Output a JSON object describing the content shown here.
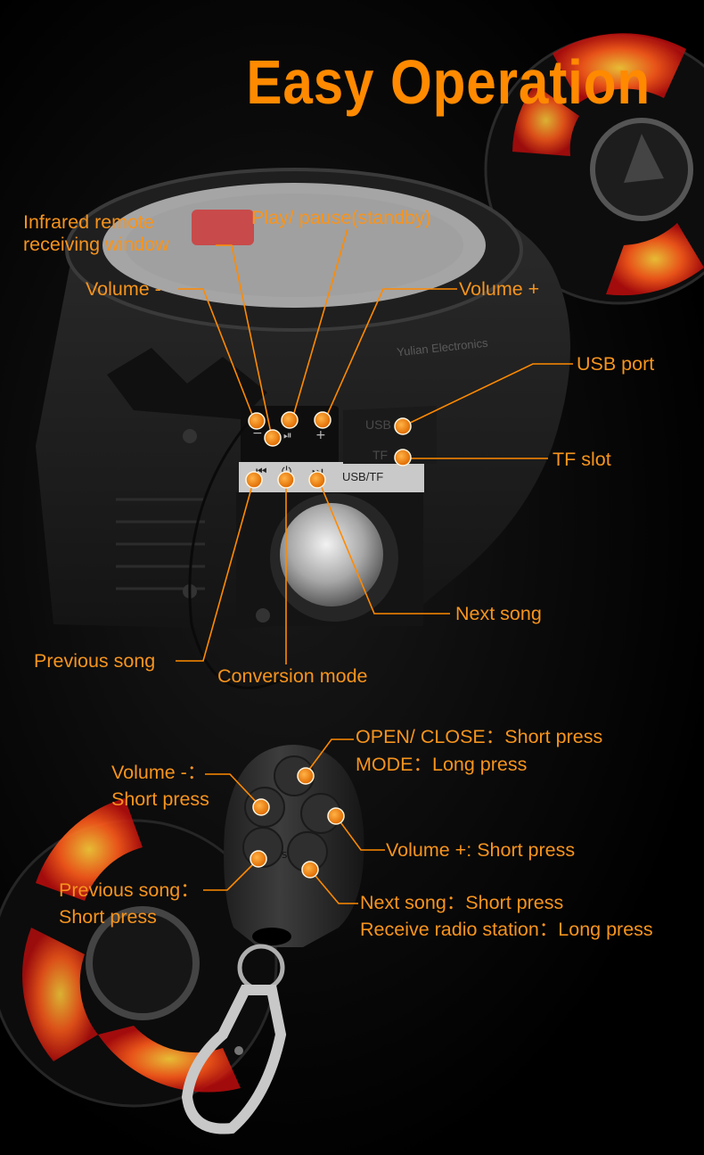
{
  "title": "Easy Operation",
  "colors": {
    "accent": "#ff8a00",
    "label": "#f7941d",
    "marker": "#ff7d00"
  },
  "speaker_labels": {
    "ir_window_line1": "Infrared remote",
    "ir_window_line2": "receiving window",
    "play_pause": "Play/ pause(standby)",
    "volume_minus": "Volume -",
    "volume_plus": "Volume +",
    "usb_port": "USB port",
    "tf_slot": "TF slot",
    "next_song": "Next song",
    "previous_song": "Previous song",
    "conversion_mode": "Conversion mode"
  },
  "speaker_printed": {
    "usb_tf": "USB/TF",
    "watermark": "Yulian Electronics",
    "usb_mark": "USB",
    "tf_mark": "TF"
  },
  "remote_labels": {
    "open_close": "OPEN/ CLOSE：Short press",
    "mode": "MODE：Long press",
    "volume_minus_line1": "Volume -：",
    "volume_minus_line2": "Short press",
    "volume_plus": "Volume +: Short press",
    "previous_line1": "Previous song：",
    "previous_line2": "Short press",
    "next_line1": "Next song：Short press",
    "next_line2": "Receive radio station：Long press"
  }
}
